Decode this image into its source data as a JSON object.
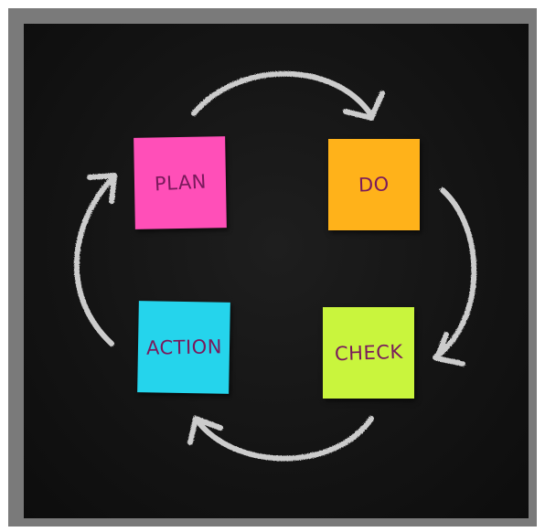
{
  "notes": {
    "plan": {
      "label": "PLAN",
      "color": "#ff4fb8",
      "text_color": "#7a1a5c"
    },
    "do": {
      "label": "DO",
      "color": "#ffb21a",
      "text_color": "#7a1a5c"
    },
    "check": {
      "label": "CHECK",
      "color": "#c9f53d",
      "text_color": "#7a1a5c"
    },
    "action": {
      "label": "ACTION",
      "color": "#25d4ec",
      "text_color": "#7a1a5c"
    }
  },
  "colors": {
    "chalkboard": "#141414",
    "frame": "#7a7a7a",
    "chalk": "#e6e6e6"
  },
  "icons": {
    "arrows": [
      "curved-arrow-icon-top",
      "curved-arrow-icon-right",
      "curved-arrow-icon-bottom",
      "curved-arrow-icon-left"
    ]
  }
}
